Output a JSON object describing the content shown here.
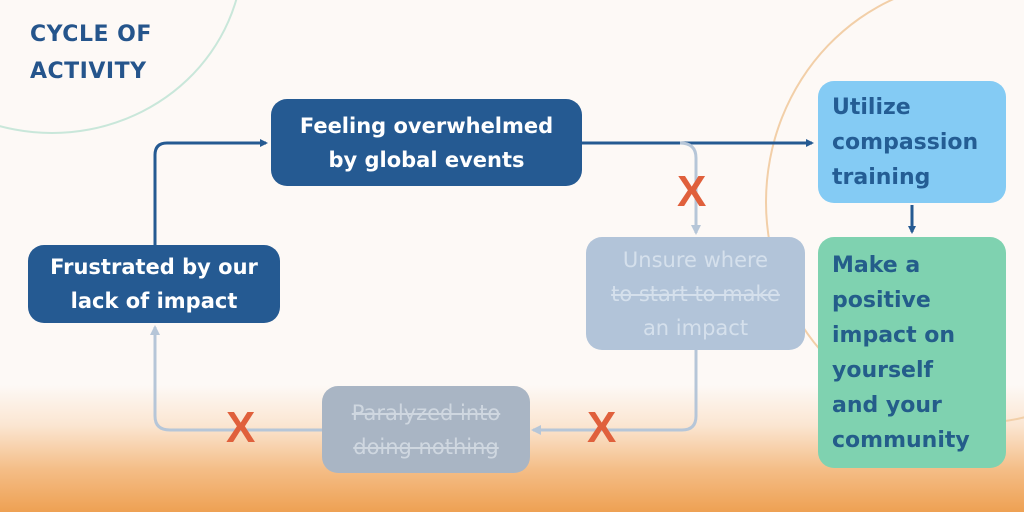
{
  "title": {
    "line1": "CYCLE OF",
    "line2": "ACTIVITY"
  },
  "nodes": {
    "overwhelmed": {
      "lines": [
        "Feeling overwhelmed",
        "by global events"
      ],
      "color": "#255a92",
      "state": "active"
    },
    "unsure": {
      "lines": [
        "Unsure where",
        "to start to make",
        "an impact"
      ],
      "color": "#b2c4d9",
      "state": "crossed-out",
      "struck_lines": [
        1
      ]
    },
    "paralyzed": {
      "lines": [
        "Paralyzed into",
        "doing nothing"
      ],
      "color": "#a9b5c4",
      "state": "crossed-out",
      "struck_lines": [
        0,
        1
      ]
    },
    "frustrated": {
      "lines": [
        "Frustrated by our",
        "lack of impact"
      ],
      "color": "#255a92",
      "state": "active"
    },
    "compassion": {
      "lines": [
        "Utilize",
        "compassion",
        "training"
      ],
      "color": "#84cbf4",
      "state": "solution"
    },
    "positive_impact": {
      "lines": [
        "Make a",
        "positive",
        "impact on",
        "yourself",
        "and your",
        "community"
      ],
      "color": "#7fd2b0",
      "state": "outcome"
    }
  },
  "cross_marks": {
    "symbol": "X",
    "color": "#e0603c",
    "count": 3
  },
  "colors": {
    "dark_blue": "#255a92",
    "accent_orange": "#e0603c",
    "faded_line": "#b6c6d8"
  }
}
